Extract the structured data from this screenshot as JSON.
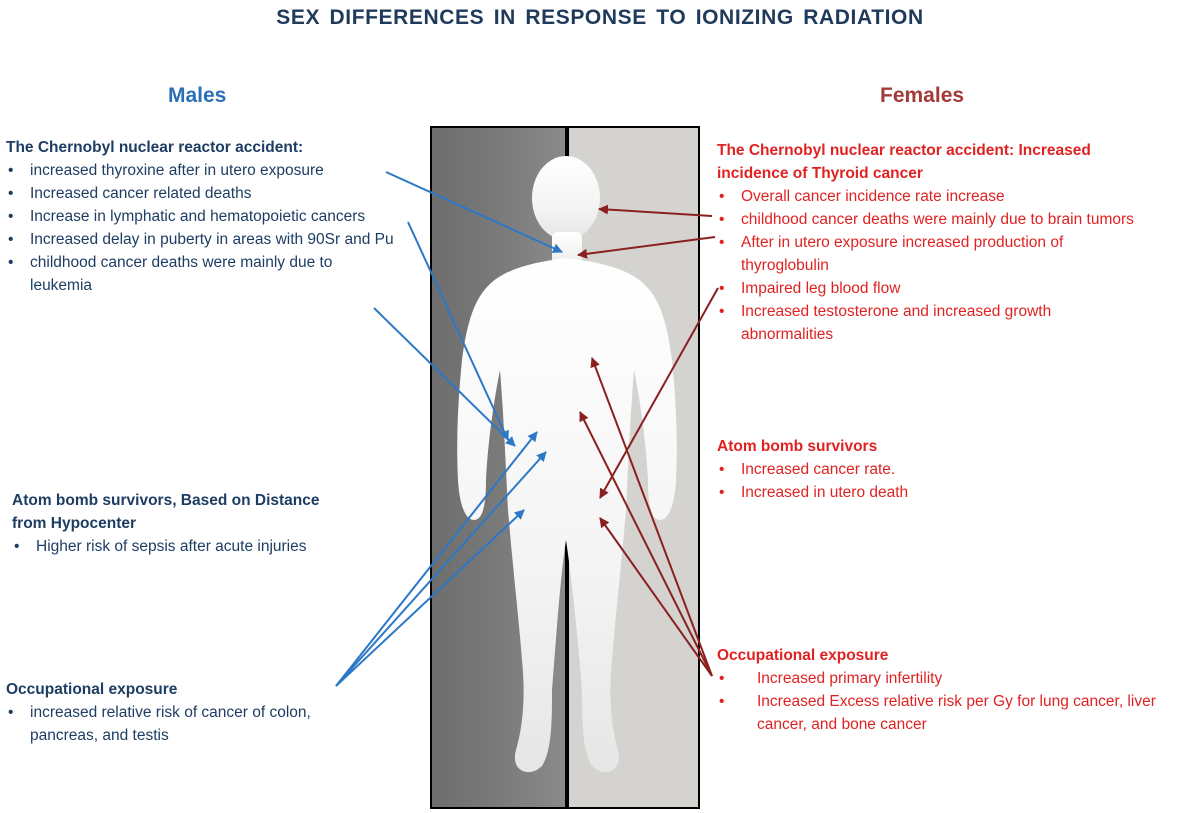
{
  "title": "SEX  DIFFERENCES IN RESPONSE TO IONIZING RADIATION",
  "colors": {
    "male_heading": "#2a6fb8",
    "male_text": "#1d3d63",
    "female_heading": "#a33a3a",
    "female_text": "#e02222",
    "male_arrow": "#2b78c6",
    "female_arrow": "#8a2020"
  },
  "males": {
    "heading": "Males",
    "chernobyl": {
      "title": "The Chernobyl nuclear reactor accident:",
      "items": [
        "increased thyroxine after in utero exposure",
        "Increased cancer related deaths",
        "Increase in lymphatic and hematopoietic cancers",
        "Increased delay in puberty in areas  with 90Sr and Pu",
        "childhood cancer deaths were mainly due to leukemia"
      ]
    },
    "atom_bomb": {
      "title": "Atom bomb survivors, Based on Distance from Hypocenter",
      "items": [
        "Higher risk of sepsis after acute injuries"
      ]
    },
    "occupational": {
      "title": "Occupational exposure",
      "items": [
        "increased relative risk of cancer of colon, pancreas, and testis"
      ]
    }
  },
  "females": {
    "heading": "Females",
    "chernobyl": {
      "title": "The Chernobyl nuclear reactor accident: Increased incidence of Thyroid cancer",
      "items": [
        "Overall cancer incidence rate increase",
        "childhood cancer deaths were mainly due to brain tumors",
        "After in utero exposure increased production of thyroglobulin",
        " Impaired leg blood flow",
        "Increased testosterone and increased growth abnormalities"
      ]
    },
    "atom_bomb": {
      "title": "Atom bomb survivors",
      "items": [
        "Increased cancer rate.",
        "Increased in utero death"
      ]
    },
    "occupational": {
      "title": "Occupational exposure",
      "items": [
        "Increased primary infertility",
        "Increased Excess relative risk per Gy for lung cancer, liver cancer, and bone cancer"
      ]
    }
  }
}
